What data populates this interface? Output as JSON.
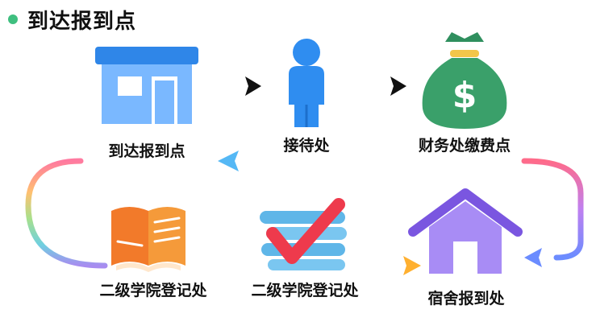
{
  "header": {
    "title": "到达报到点"
  },
  "nodes": {
    "arrival": {
      "label": "到达报到点"
    },
    "reception": {
      "label": "接待处"
    },
    "finance": {
      "label": "财务处缴费点"
    },
    "college1": {
      "label": "二级学院登记处"
    },
    "college2": {
      "label": "二级学院登记处"
    },
    "dorm": {
      "label": "宿舍报到处"
    }
  },
  "icons": {
    "arrival": "building-icon",
    "reception": "person-icon",
    "finance": "money-bag-icon",
    "college1": "open-book-icon",
    "college2": "books-checkmark-icon",
    "dorm": "house-icon"
  },
  "colors": {
    "accent_green": "#3fbf7f",
    "building_blue": "#6fb0ff",
    "person_blue": "#2f8df0",
    "money_green": "#3aa06a",
    "book_orange": "#f27a2a",
    "check_red": "#ee3a4c",
    "house_purple": "#9a7af0"
  }
}
